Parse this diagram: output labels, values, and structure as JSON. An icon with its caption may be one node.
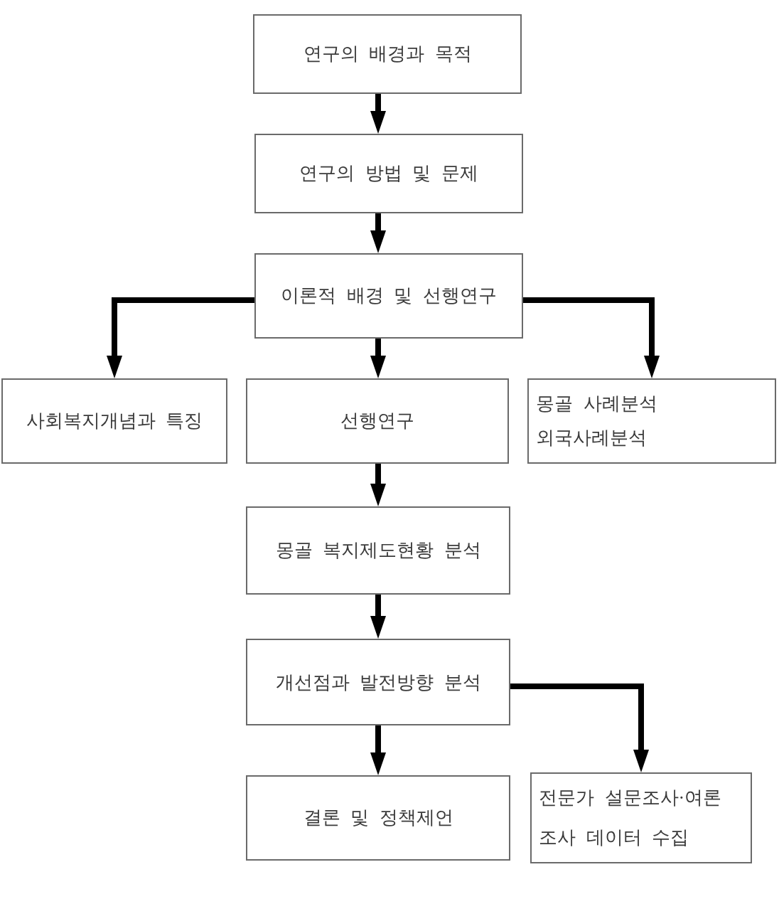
{
  "diagram": {
    "nodes": [
      {
        "text": [
          "연구의 배경과 목적"
        ]
      },
      {
        "text": [
          "연구의 방법 및 문제"
        ]
      },
      {
        "text": [
          "이론적 배경 및 선행연구"
        ]
      },
      {
        "text": [
          "사회복지개념과 특징"
        ]
      },
      {
        "text": [
          "선행연구"
        ]
      },
      {
        "text": [
          "몽골 사례분석",
          "외국사례분석"
        ]
      },
      {
        "text": [
          "몽골 복지제도현황 분석"
        ]
      },
      {
        "text": [
          "개선점과 발전방향 분석"
        ]
      },
      {
        "text": [
          "결론 및 정책제언"
        ]
      },
      {
        "text": [
          "전문가 설문조사·여론 조사 데이터 수집"
        ]
      }
    ],
    "edges": [
      {
        "from": 0,
        "to": 1,
        "arrow": "to"
      },
      {
        "from": 1,
        "to": 2,
        "arrow": "to"
      },
      {
        "from": 2,
        "to": 3,
        "arrow": "to"
      },
      {
        "from": 2,
        "to": 4,
        "arrow": "to"
      },
      {
        "from": 2,
        "to": 5,
        "arrow": "to"
      },
      {
        "from": 4,
        "to": 6,
        "arrow": "to"
      },
      {
        "from": 6,
        "to": 7,
        "arrow": "to"
      },
      {
        "from": 7,
        "to": 8,
        "arrow": "to"
      },
      {
        "from": 7,
        "to": 9,
        "arrow": "to"
      }
    ]
  }
}
